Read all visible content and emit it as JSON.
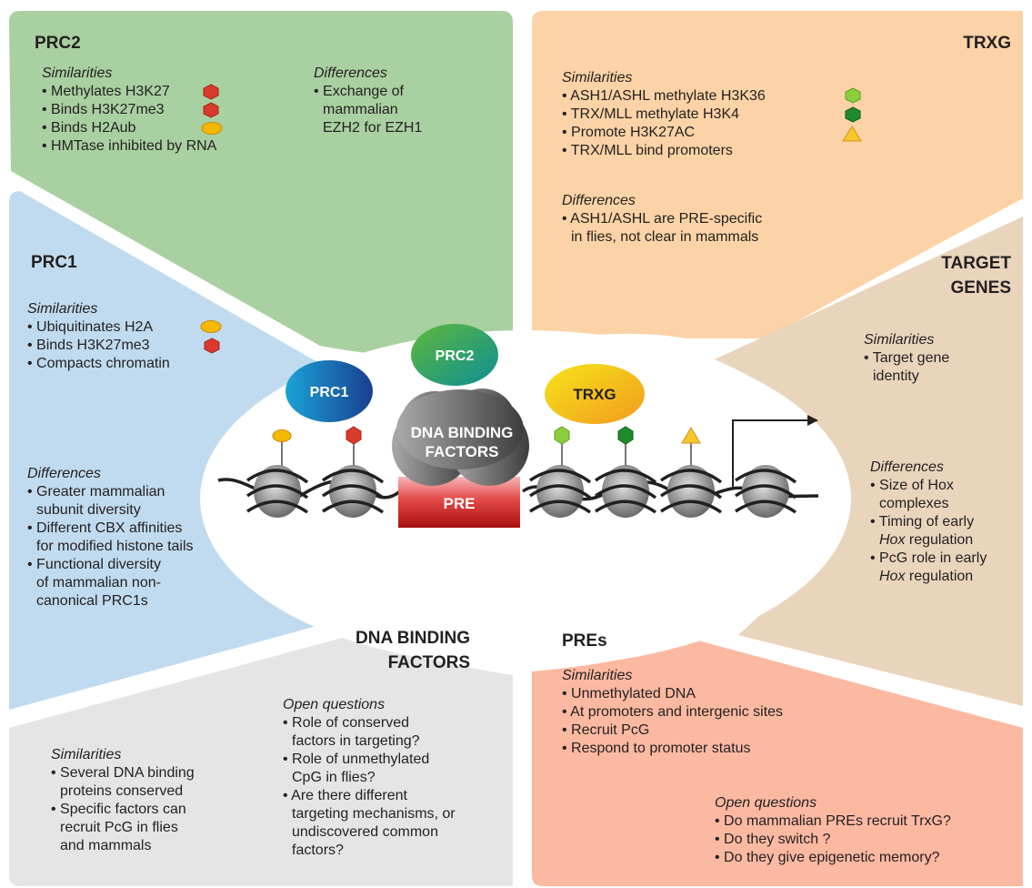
{
  "colors": {
    "prc2_panel": "#a9d0a0",
    "trxg_panel": "#fbd3a6",
    "prc1_panel": "#c0dbef",
    "target_panel": "#e9d5bc",
    "dna_panel": "#e5e5e5",
    "pres_panel": "#fbb9a2",
    "h3k27_marker": "#d93a2b",
    "h2aub_marker": "#f5b800",
    "h3k36_marker": "#8ccf3d",
    "h3k4_marker": "#1f8b2b",
    "h3k27ac_marker": "#f7c72b",
    "pre_box": "#c41e1e"
  },
  "prc2": {
    "title": "PRC2",
    "sim_heading": "Similarities",
    "sim_items": [
      "• Methylates H3K27",
      "• Binds H3K27me3",
      "• Binds H2Aub",
      "• HMTase inhibited by RNA"
    ],
    "diff_heading": "Differences",
    "diff_lines": [
      "• Exchange of",
      "mammalian",
      "EZH2 for EZH1"
    ]
  },
  "trxg": {
    "title": "TRXG",
    "sim_heading": "Similarities",
    "sim_items": [
      "• ASH1/ASHL methylate H3K36",
      "• TRX/MLL methylate H3K4",
      "• Promote H3K27AC",
      "• TRX/MLL bind promoters"
    ],
    "diff_heading": "Differences",
    "diff_lines": [
      "• ASH1/ASHL are PRE-specific",
      "in flies, not clear in mammals"
    ]
  },
  "prc1": {
    "title": "PRC1",
    "sim_heading": "Similarities",
    "sim_items": [
      "• Ubiquitinates H2A",
      "• Binds H3K27me3",
      "• Compacts chromatin"
    ],
    "diff_heading": "Differences",
    "diff_lines": [
      "• Greater mammalian",
      "subunit diversity",
      "• Different CBX affinities",
      "for modified histone tails",
      "• Functional diversity",
      "of mammalian non-",
      "canonical PRC1s"
    ]
  },
  "target": {
    "title_line1": "TARGET",
    "title_line2": "GENES",
    "sim_heading": "Similarities",
    "sim_lines": [
      "• Target gene",
      "identity"
    ],
    "diff_heading": "Differences",
    "diff_line1": "• Size of Hox",
    "diff_line2": "complexes",
    "diff_line3": "• Timing of early",
    "diff_line4_gene": "Hox",
    "diff_line4_rest": " regulation",
    "diff_line5": "• PcG role in early",
    "diff_line6_gene": "Hox",
    "diff_line6_rest": " regulation"
  },
  "dna": {
    "title_line1": "DNA BINDING",
    "title_line2": "FACTORS",
    "open_heading": "Open questions",
    "open_lines": [
      "• Role of conserved",
      "factors in targeting?",
      "• Role of unmethylated",
      "CpG in flies?",
      "• Are there different",
      "targeting mechanisms, or",
      "undiscovered common",
      "factors?"
    ],
    "sim_heading": "Similarities",
    "sim_lines": [
      "• Several DNA binding",
      "proteins conserved",
      "• Specific factors can",
      "recruit PcG in flies",
      "and mammals"
    ]
  },
  "pres": {
    "title": "PREs",
    "sim_heading": "Similarities",
    "sim_items": [
      "• Unmethylated DNA",
      "• At promoters and intergenic sites",
      "• Recruit PcG",
      "• Respond to promoter status"
    ],
    "open_heading": "Open questions",
    "open_items": [
      "• Do mammalian PREs recruit TrxG?",
      "• Do they switch ?",
      "• Do they give epigenetic memory?"
    ]
  },
  "center": {
    "prc1": "PRC1",
    "prc2": "PRC2",
    "trxg": "TRXG",
    "dbf_line1": "DNA BINDING",
    "dbf_line2": "FACTORS",
    "pre": "PRE"
  }
}
